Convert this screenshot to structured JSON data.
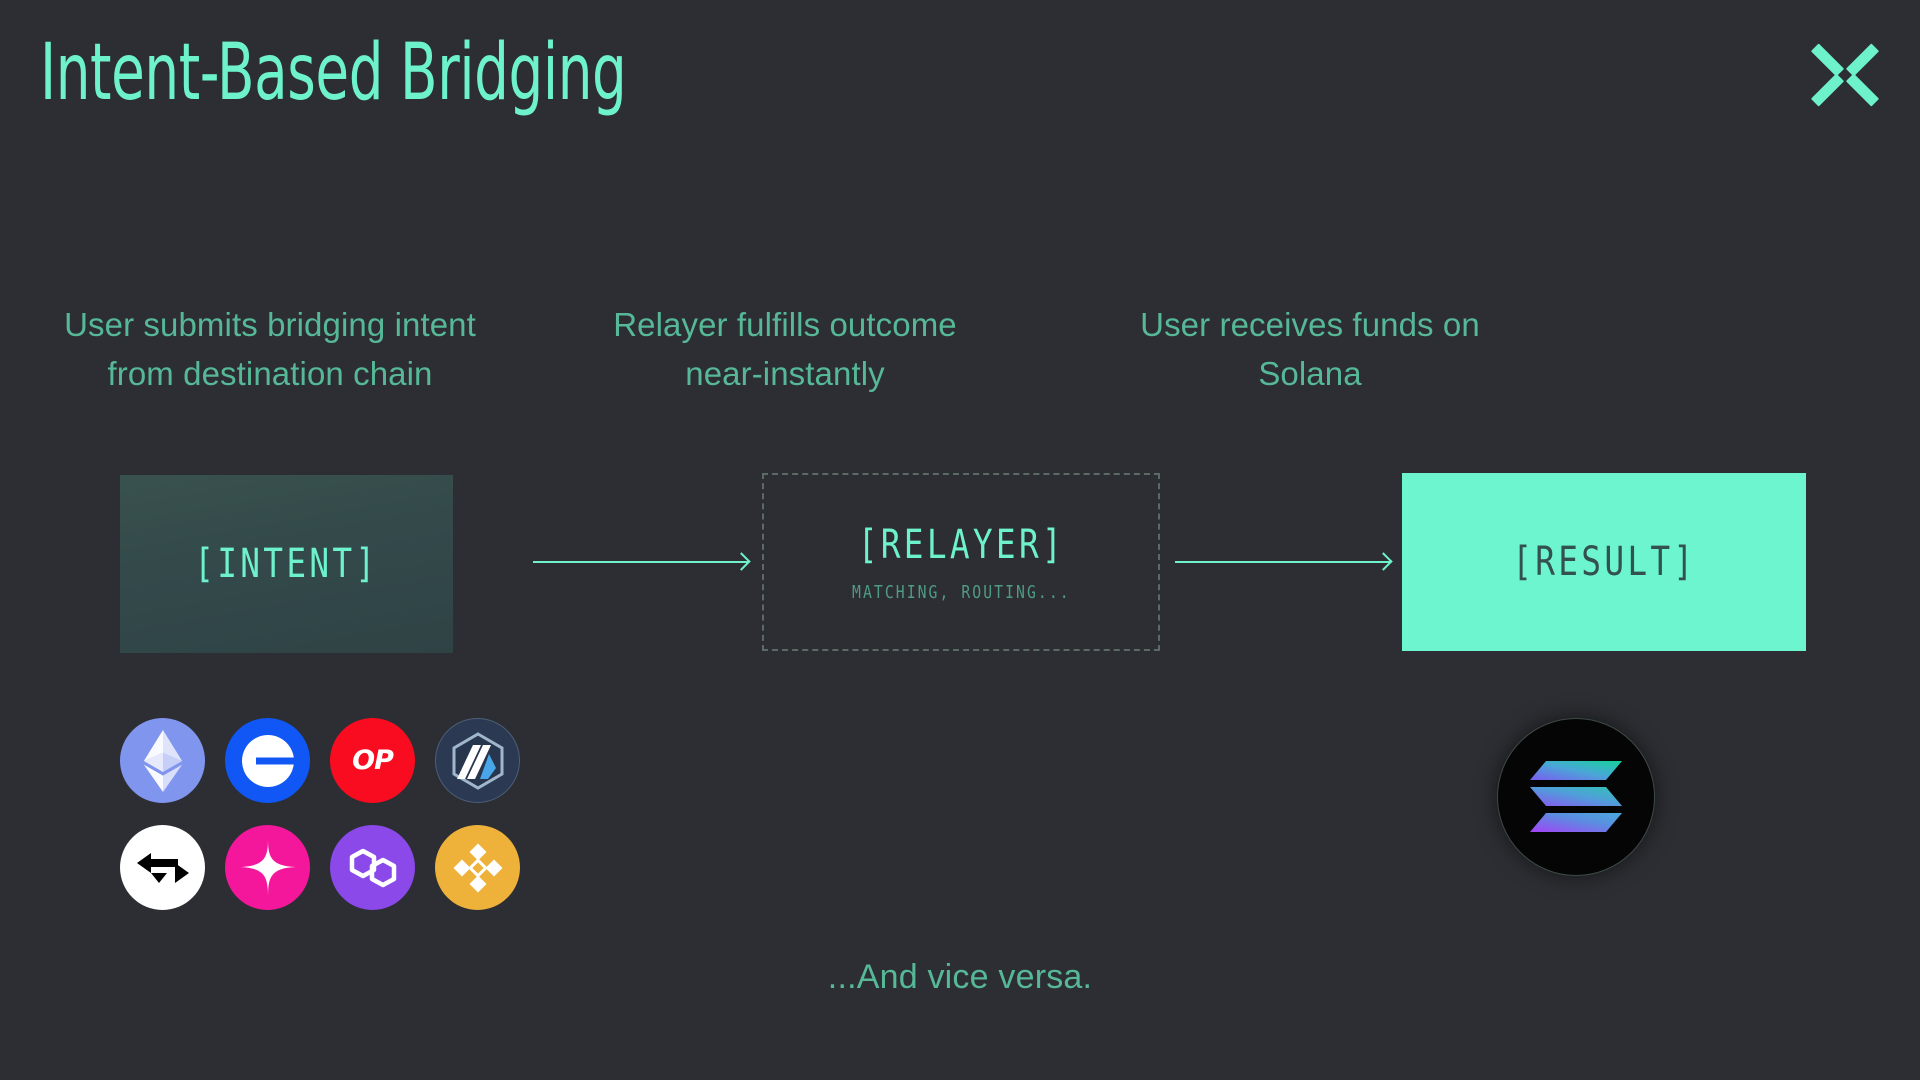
{
  "header": {
    "title": "Intent-Based Bridging",
    "close_icon": "close-x-icon",
    "accent_color": "#6df2cc",
    "background_color": "#2c2e33",
    "caption_color": "#56b896"
  },
  "steps": [
    {
      "caption": "User submits bridging intent\nfrom destination chain",
      "caption_line1": "User submits bridging intent",
      "caption_line2": "from destination chain",
      "box_label": "[INTENT]",
      "box_sub": "",
      "box_style": "gradient-fill",
      "box_fill": "#364d4b"
    },
    {
      "caption_line1": "Relayer fulfills outcome",
      "caption_line2": "near-instantly",
      "box_label": "[RELAYER]",
      "box_sub": "MATCHING, ROUTING...",
      "box_style": "dashed-outline",
      "box_fill": "transparent"
    },
    {
      "caption_line1": "User receives funds on",
      "caption_line2": "Solana",
      "box_label": "[RESULT]",
      "box_sub": "",
      "box_style": "solid-fill",
      "box_fill": "#6df5d0"
    }
  ],
  "arrows": [
    {
      "name": "arrow-intent-to-relayer",
      "color": "#6df2cc"
    },
    {
      "name": "arrow-relayer-to-result",
      "color": "#6df2cc"
    }
  ],
  "source_chains": [
    {
      "name": "ethereum",
      "icon": "ethereum-icon",
      "color": "#8095ee",
      "label": ""
    },
    {
      "name": "base",
      "icon": "base-icon",
      "color": "#1057f5",
      "label": ""
    },
    {
      "name": "optimism",
      "icon": "optimism-icon",
      "color": "#fa0c20",
      "label": "OP"
    },
    {
      "name": "arbitrum",
      "icon": "arbitrum-icon",
      "color": "#2b3a52",
      "label": ""
    },
    {
      "name": "swap",
      "icon": "swap-arrows-icon",
      "color": "#ffffff",
      "label": ""
    },
    {
      "name": "starknet",
      "icon": "four-point-star-icon",
      "color": "#f4179c",
      "label": ""
    },
    {
      "name": "polygon",
      "icon": "polygon-icon",
      "color": "#8a49e8",
      "label": ""
    },
    {
      "name": "bnb",
      "icon": "bnb-icon",
      "color": "#eeb23b",
      "label": ""
    }
  ],
  "destination_chain": {
    "name": "solana",
    "icon": "solana-icon",
    "background": "#050505",
    "gradient_from": "#9945ff",
    "gradient_to": "#14f195"
  },
  "footer": {
    "note": "...And vice versa."
  }
}
